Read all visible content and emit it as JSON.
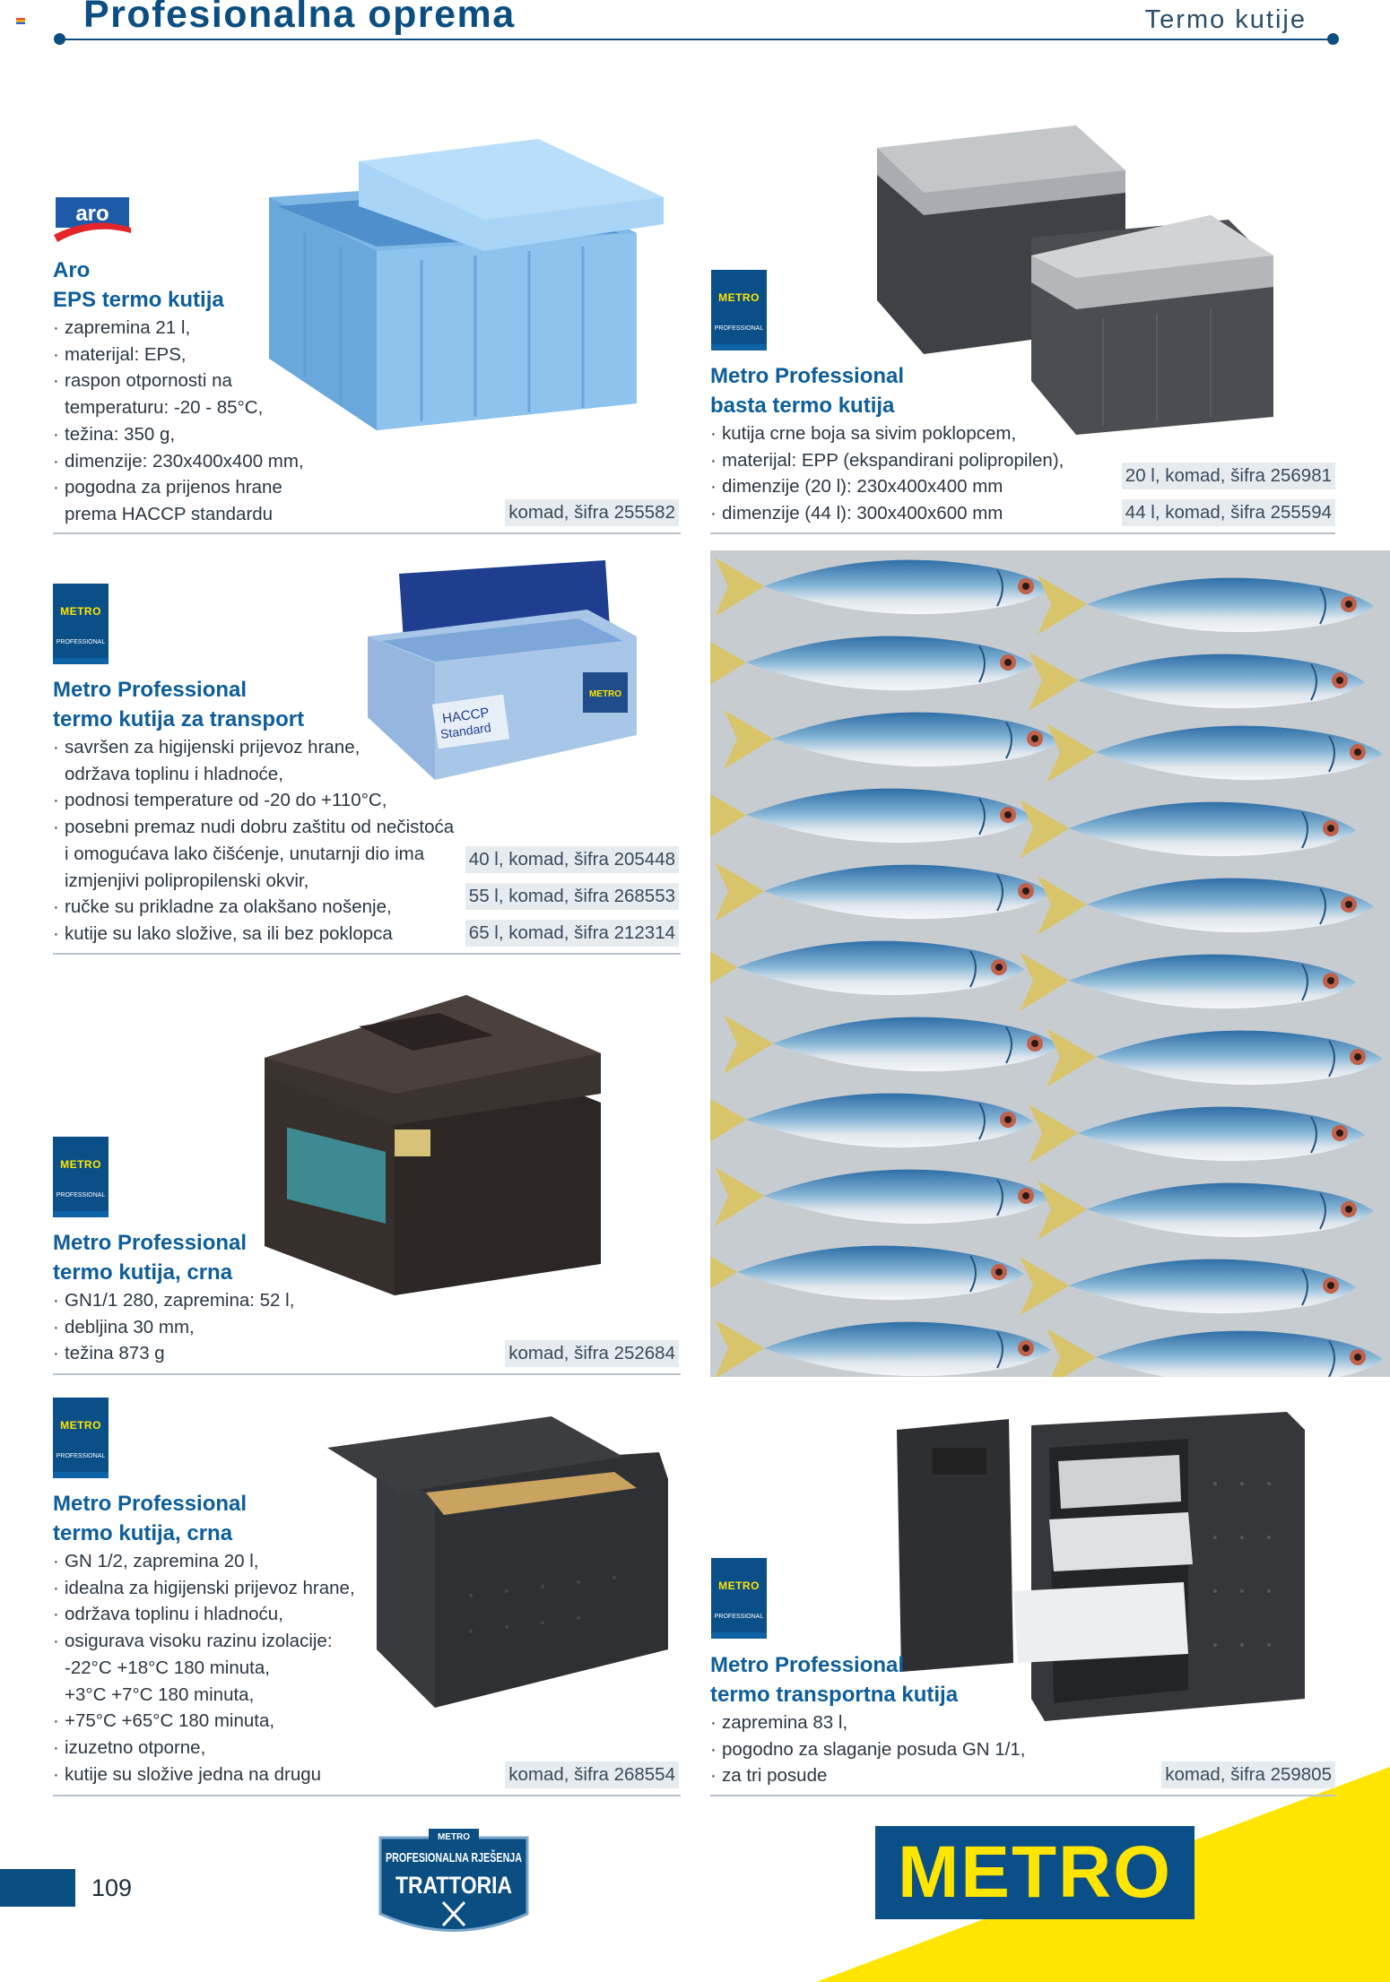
{
  "header": {
    "title": "Profesionalna oprema",
    "section": "Termo kutije"
  },
  "logos": {
    "aro": "aro",
    "metro_main": "METRO",
    "metro_sub": "PROFESSIONAL"
  },
  "products": [
    {
      "brand": "Aro",
      "name": "EPS termo kutija",
      "specs": [
        "zapremina 21 l,",
        "materijal: EPS,",
        "raspon otpornosti na",
        "temperaturu: -20 - 85°C,",
        "težina: 350 g,",
        "dimenzije: 230x400x400 mm,",
        "pogodna za prijenos hrane",
        "prema HACCP standardu"
      ],
      "codes": [
        "komad, šifra 255582"
      ]
    },
    {
      "brand": "Metro Professional",
      "name": "basta termo kutija",
      "specs": [
        "kutija crne boja sa sivim poklopcem,",
        "materijal: EPP (ekspandirani polipropilen),",
        "dimenzije (20 l): 230x400x400 mm",
        "dimenzije (44 l): 300x400x600 mm"
      ],
      "codes": [
        "20 l, komad, šifra 256981",
        "44 l, komad, šifra 255594"
      ]
    },
    {
      "brand": "Metro Professional",
      "name": "termo kutija za transport",
      "specs": [
        "savršen za higijenski prijevoz hrane,",
        "održava toplinu i hladnoće,",
        "podnosi temperature od -20 do +110°C,",
        "posebni premaz nudi dobru zaštitu od nečistoća",
        "i omogućava lako čišćenje, unutarnji dio ima",
        "izmjenjivi polipropilenski okvir,",
        "ručke su prikladne za olakšano nošenje,",
        "kutije su lako složive, sa ili bez poklopca"
      ],
      "codes": [
        "40 l, komad, šifra 205448",
        "55 l, komad, šifra 268553",
        "65 l, komad, šifra 212314"
      ],
      "box_label_1": "HACCP",
      "box_label_2": "Standard"
    },
    {
      "brand": "Metro Professional",
      "name": "termo kutija, crna",
      "specs": [
        "GN1/1 280, zapremina: 52 l,",
        "debljina 30 mm,",
        "težina 873 g"
      ],
      "codes": [
        "komad, šifra 252684"
      ]
    },
    {
      "brand": "Metro Professional",
      "name": "termo kutija, crna",
      "specs": [
        "GN 1/2, zapremina 20 l,",
        "idealna za higijenski prijevoz hrane,",
        "održava toplinu i hladnoću,",
        "osigurava visoku razinu izolacije:",
        "-22°C  +18°C 180 minuta,",
        "+3°C +7°C 180 minuta,",
        "+75°C +65°C 180 minuta,",
        "izuzetno otporne,",
        "kutije su složive jedna na drugu"
      ],
      "codes": [
        "komad, šifra 268554"
      ]
    },
    {
      "brand": "Metro Professional",
      "name": "termo transportna kutija",
      "specs": [
        "zapremina 83 l,",
        "pogodno za slaganje posuda GN 1/1,",
        "za tri posude"
      ],
      "codes": [
        "komad, šifra 259805"
      ]
    }
  ],
  "footer": {
    "page_number": "109",
    "trattoria_top": "METRO",
    "trattoria_line1": "PROFESIONALNA RJEŠENJA",
    "trattoria_line2": "TRATTORIA",
    "metro_brand": "METRO"
  }
}
